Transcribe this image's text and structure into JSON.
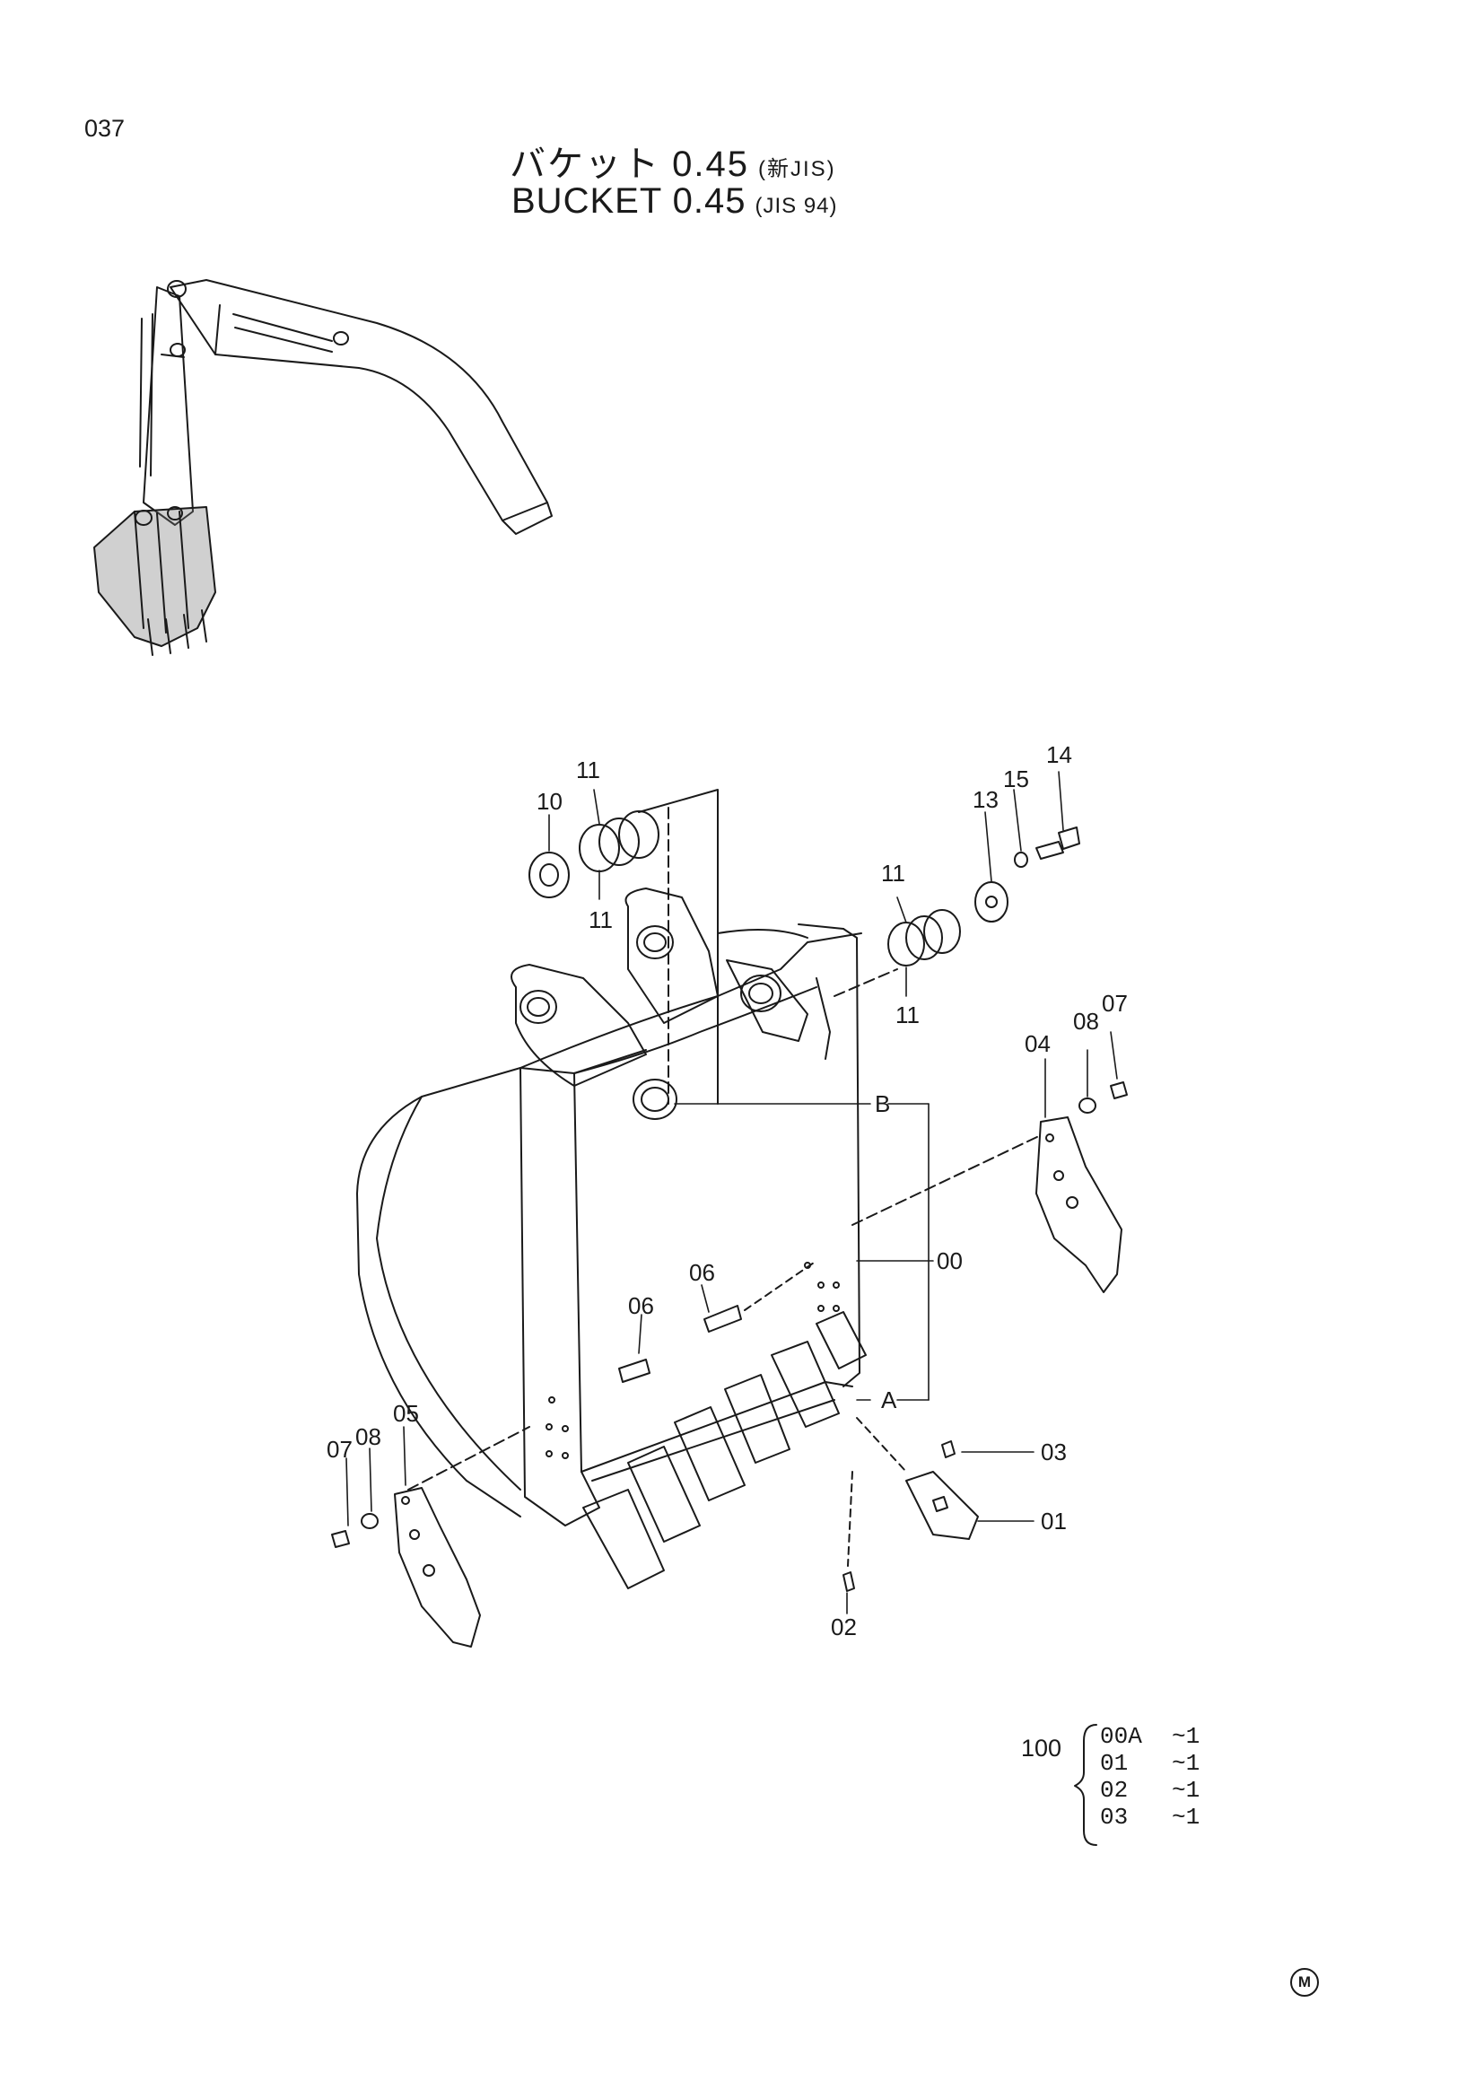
{
  "page": {
    "number": "037"
  },
  "title": {
    "jp": "バケット 0.45",
    "jp_note": "(新JIS)",
    "en": "BUCKET  0.45",
    "en_note": "(JIS 94)"
  },
  "callouts": {
    "p00": "00",
    "p01": "01",
    "p02": "02",
    "p03": "03",
    "p04": "04",
    "p05": "05",
    "p06a": "06",
    "p06b": "06",
    "p07a": "07",
    "p07b": "07",
    "p08a": "08",
    "p08b": "08",
    "p10": "10",
    "p11a": "11",
    "p11b": "11",
    "p11c": "11",
    "p11d": "11",
    "p13": "13",
    "p14": "14",
    "p15": "15",
    "pA": "A",
    "pB": "B"
  },
  "kit": {
    "number": "100",
    "rows": [
      {
        "code": "00A",
        "qty": "~1"
      },
      {
        "code": "01",
        "qty": "~1"
      },
      {
        "code": "02",
        "qty": "~1"
      },
      {
        "code": "03",
        "qty": "~1"
      }
    ]
  },
  "footer": {
    "mark": "M"
  }
}
